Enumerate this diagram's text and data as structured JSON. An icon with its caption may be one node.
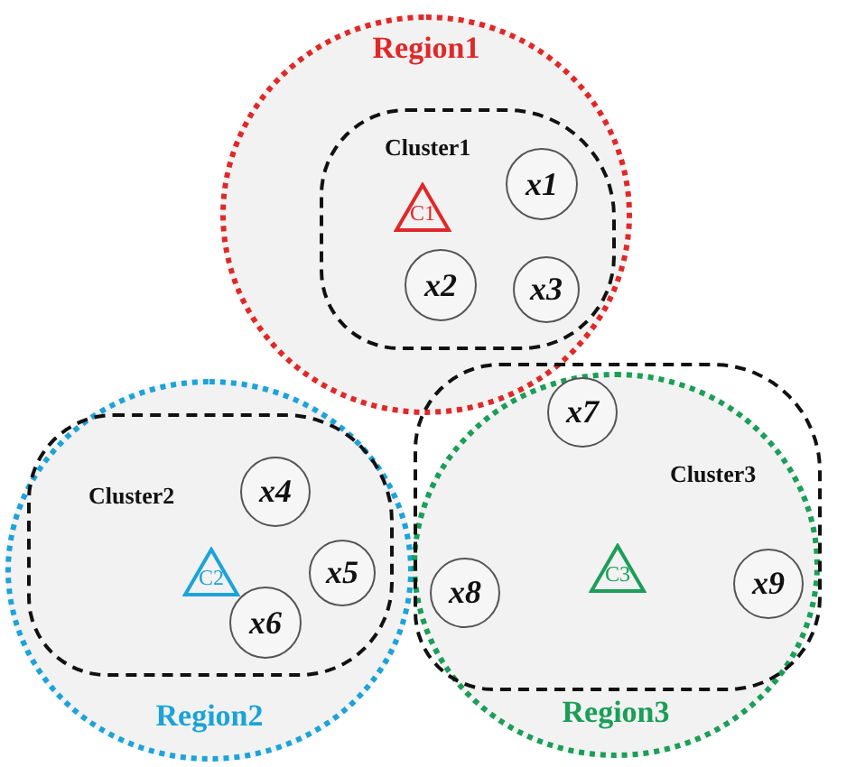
{
  "diagram": {
    "nodes": [
      {
        "text": [
          "Region1"
        ]
      },
      {
        "text": [
          "Cluster1"
        ],
        "in": 0
      },
      {
        "text": [
          "C1"
        ],
        "in": 1
      },
      {
        "text": [
          "x1"
        ],
        "in": 1
      },
      {
        "text": [
          "x2"
        ],
        "in": 1
      },
      {
        "text": [
          "x3"
        ],
        "in": 1
      },
      {
        "text": [
          "Region2"
        ]
      },
      {
        "text": [
          "Cluster2"
        ],
        "in": 6
      },
      {
        "text": [
          "x4"
        ],
        "in": 7
      },
      {
        "text": [
          "C2"
        ],
        "in": 7
      },
      {
        "text": [
          "x5"
        ],
        "in": 7
      },
      {
        "text": [
          "x6"
        ],
        "in": 7
      },
      {
        "text": [
          "Region3"
        ]
      },
      {
        "text": [
          "Cluster3"
        ],
        "in": 12
      },
      {
        "text": [
          "x7"
        ],
        "in": 13
      },
      {
        "text": [
          "C3"
        ],
        "in": 13
      },
      {
        "text": [
          "x8"
        ],
        "in": 13
      },
      {
        "text": [
          "x9"
        ],
        "in": 13
      }
    ]
  }
}
